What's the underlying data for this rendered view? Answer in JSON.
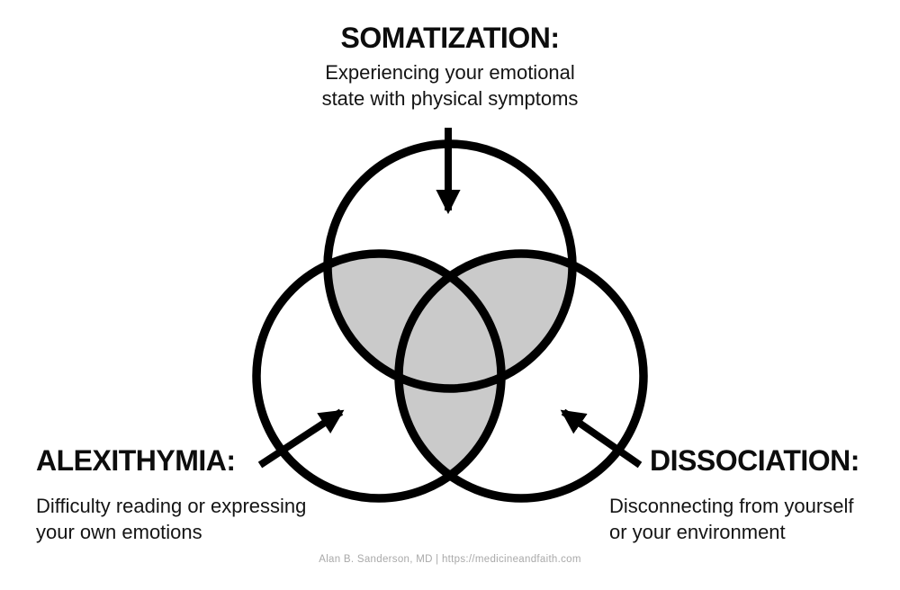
{
  "slide": {
    "somatization": {
      "heading": "SOMATIZATION:",
      "desc_line1": "Experiencing your emotional",
      "desc_line2": "state with physical symptoms"
    },
    "alexithymia": {
      "heading": "ALEXITHYMIA:",
      "desc_line1": "Difficulty reading or expressing",
      "desc_line2": "your own emotions"
    },
    "dissociation": {
      "heading": "DISSOCIATION:",
      "desc_line1": "Disconnecting from yourself",
      "desc_line2": "or your environment"
    },
    "footer": "Alan B. Sanderson, MD | https://medicineandfaith.com"
  },
  "colors": {
    "overlap_fill": "#cacaca",
    "outline": "#000000",
    "text": "#0d0d0d",
    "footer_text": "#a9a9a9",
    "background": "#ffffff"
  }
}
